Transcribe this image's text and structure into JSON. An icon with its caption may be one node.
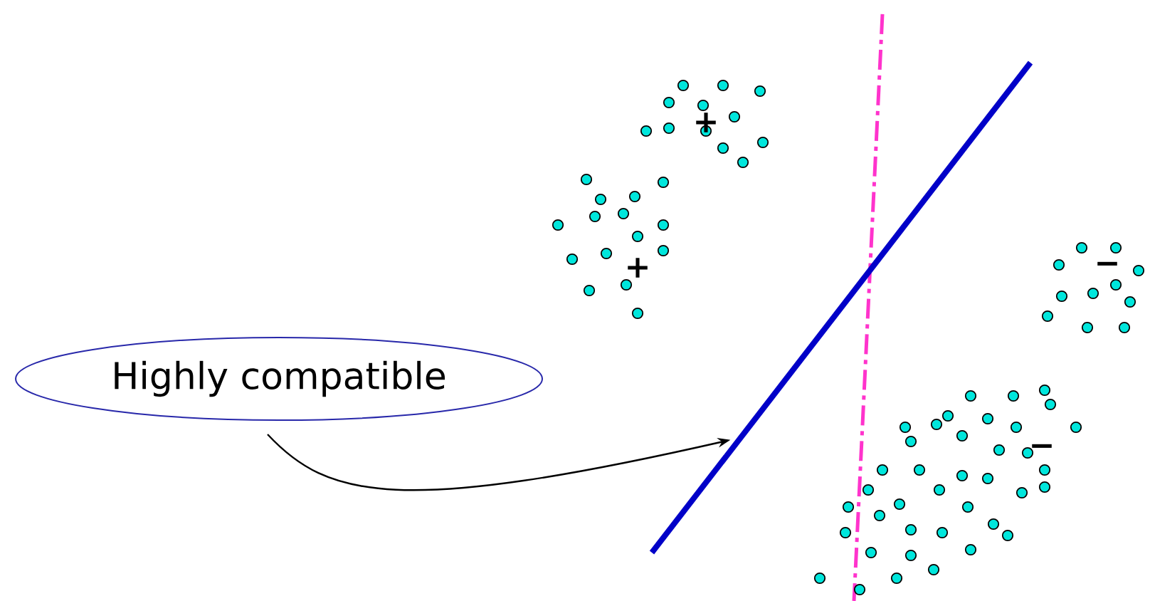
{
  "diagram": {
    "nodes": [
      {
        "text": [
          "Highly compatible"
        ]
      },
      {
        "text": [],
        "shape": "line"
      }
    ],
    "edges": [
      {
        "from": 0,
        "to": 1,
        "arrow": "to"
      }
    ],
    "labels": [
      "+",
      "+",
      "−",
      "−"
    ]
  }
}
